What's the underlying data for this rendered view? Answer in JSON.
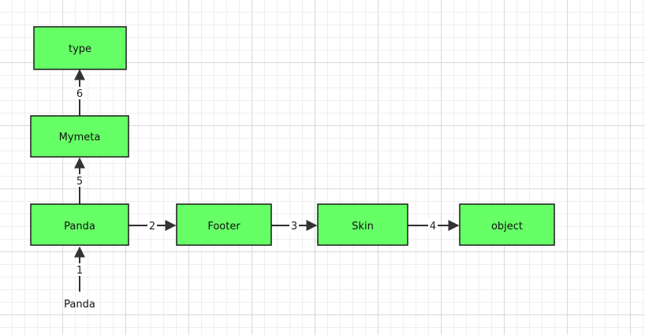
{
  "colors": {
    "node_fill": "#66ff66",
    "node_stroke": "#1a1a1a",
    "edge": "#333333"
  },
  "nodes": {
    "type": "type",
    "mymeta": "Mymeta",
    "panda": "Panda",
    "footer": "Footer",
    "skin": "Skin",
    "object": "object"
  },
  "source_label": "Panda",
  "edges": {
    "e1": "1",
    "e2": "2",
    "e3": "3",
    "e4": "4",
    "e5": "5",
    "e6": "6"
  }
}
